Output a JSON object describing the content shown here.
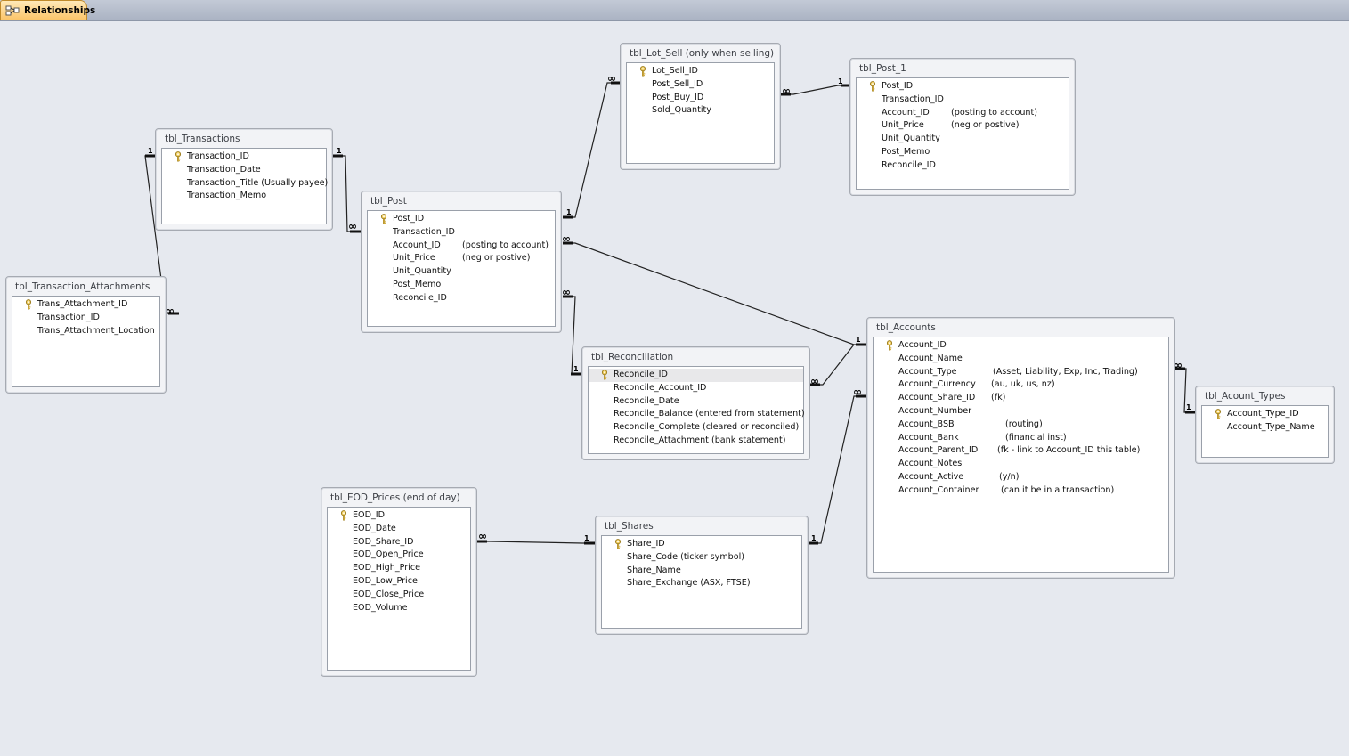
{
  "tab": {
    "label": "Relationships",
    "icon": "relationships-icon"
  },
  "tables": {
    "lot_sell": {
      "title": "tbl_Lot_Sell (only when selling)",
      "fields": [
        {
          "name": "Lot_Sell_ID",
          "note": "",
          "key": true
        },
        {
          "name": "Post_Sell_ID",
          "note": ""
        },
        {
          "name": "Post_Buy_ID",
          "note": ""
        },
        {
          "name": "Sold_Quantity",
          "note": ""
        }
      ]
    },
    "post_1": {
      "title": "tbl_Post_1",
      "fields": [
        {
          "name": "Post_ID",
          "note": "",
          "key": true
        },
        {
          "name": "Transaction_ID",
          "note": ""
        },
        {
          "name": "Account_ID",
          "note": "(posting to account)"
        },
        {
          "name": "Unit_Price",
          "note": "(neg or postive)"
        },
        {
          "name": "Unit_Quantity",
          "note": ""
        },
        {
          "name": "Post_Memo",
          "note": ""
        },
        {
          "name": "Reconcile_ID",
          "note": ""
        }
      ]
    },
    "transactions": {
      "title": "tbl_Transactions",
      "fields": [
        {
          "name": "Transaction_ID",
          "note": "",
          "key": true
        },
        {
          "name": "Transaction_Date",
          "note": ""
        },
        {
          "name": "Transaction_Title (Usually payee)",
          "note": ""
        },
        {
          "name": "Transaction_Memo",
          "note": ""
        }
      ]
    },
    "post": {
      "title": "tbl_Post",
      "fields": [
        {
          "name": "Post_ID",
          "note": "",
          "key": true
        },
        {
          "name": "Transaction_ID",
          "note": ""
        },
        {
          "name": "Account_ID",
          "note": "(posting to account)"
        },
        {
          "name": "Unit_Price",
          "note": "(neg or postive)"
        },
        {
          "name": "Unit_Quantity",
          "note": ""
        },
        {
          "name": "Post_Memo",
          "note": ""
        },
        {
          "name": "Reconcile_ID",
          "note": ""
        }
      ]
    },
    "attachments": {
      "title": "tbl_Transaction_Attachments",
      "fields": [
        {
          "name": "Trans_Attachment_ID",
          "note": "",
          "key": true
        },
        {
          "name": "Transaction_ID",
          "note": ""
        },
        {
          "name": "Trans_Attachment_Location",
          "note": ""
        }
      ]
    },
    "accounts": {
      "title": "tbl_Accounts",
      "fields": [
        {
          "name": "Account_ID",
          "note": "",
          "key": true
        },
        {
          "name": "Account_Name",
          "note": ""
        },
        {
          "name": "Account_Type",
          "note": "(Asset, Liability, Exp, Inc, Trading)"
        },
        {
          "name": "Account_Currency",
          "note": "(au, uk, us, nz)"
        },
        {
          "name": "Account_Share_ID",
          "note": "(fk)"
        },
        {
          "name": "Account_Number",
          "note": ""
        },
        {
          "name": "Account_BSB",
          "note": "(routing)"
        },
        {
          "name": "Account_Bank",
          "note": "(financial inst)"
        },
        {
          "name": "Account_Parent_ID",
          "note": "(fk - link to Account_ID this table)"
        },
        {
          "name": "Account_Notes",
          "note": ""
        },
        {
          "name": "Account_Active",
          "note": "(y/n)"
        },
        {
          "name": "Account_Container",
          "note": "(can it be in a transaction)"
        }
      ]
    },
    "reconciliation": {
      "title": "tbl_Reconciliation",
      "fields": [
        {
          "name": "Reconcile_ID",
          "note": "",
          "key": true,
          "selected": true
        },
        {
          "name": "Reconcile_Account_ID",
          "note": ""
        },
        {
          "name": "Reconcile_Date",
          "note": ""
        },
        {
          "name": "Reconcile_Balance (entered from statement)",
          "note": ""
        },
        {
          "name": "Reconcile_Complete (cleared or reconciled)",
          "note": ""
        },
        {
          "name": "Reconcile_Attachment (bank statement)",
          "note": ""
        }
      ]
    },
    "account_types": {
      "title": "tbl_Acount_Types",
      "fields": [
        {
          "name": "Account_Type_ID",
          "note": "",
          "key": true
        },
        {
          "name": "Account_Type_Name",
          "note": ""
        }
      ]
    },
    "eod": {
      "title": "tbl_EOD_Prices (end of day)",
      "fields": [
        {
          "name": "EOD_ID",
          "note": "",
          "key": true
        },
        {
          "name": "EOD_Date",
          "note": ""
        },
        {
          "name": "EOD_Share_ID",
          "note": ""
        },
        {
          "name": "EOD_Open_Price",
          "note": ""
        },
        {
          "name": "EOD_High_Price",
          "note": ""
        },
        {
          "name": "EOD_Low_Price",
          "note": ""
        },
        {
          "name": "EOD_Close_Price",
          "note": ""
        },
        {
          "name": "EOD_Volume",
          "note": ""
        }
      ]
    },
    "shares": {
      "title": "tbl_Shares",
      "fields": [
        {
          "name": "Share_ID",
          "note": "",
          "key": true
        },
        {
          "name": "Share_Code (ticker symbol)",
          "note": ""
        },
        {
          "name": "Share_Name",
          "note": ""
        },
        {
          "name": "Share_Exchange (ASX, FTSE)",
          "note": ""
        }
      ]
    }
  },
  "cardinality": {
    "one": "1",
    "many": "∞"
  },
  "key_icon": "primary-key-icon"
}
